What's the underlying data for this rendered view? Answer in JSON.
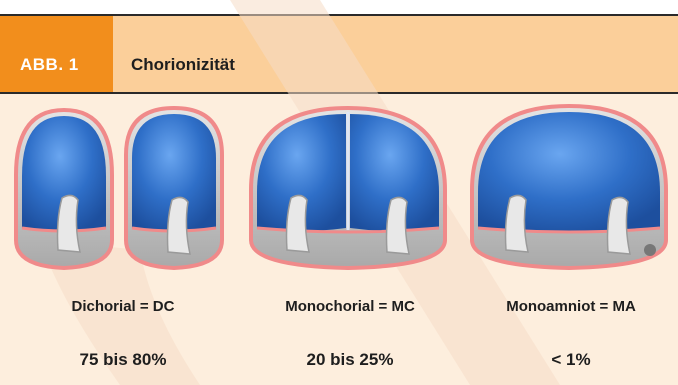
{
  "figure": {
    "tag": "ABB. 1",
    "title": "Chorionizität"
  },
  "columns": [
    {
      "label": "Dichorial = DC",
      "percentage": "75 bis 80%"
    },
    {
      "label": "Monochorial = MC",
      "percentage": "20 bis 25%"
    },
    {
      "label": "Monoamniot = MA",
      "percentage": "< 1%"
    }
  ],
  "colors": {
    "background": "#fdeedd",
    "header_band": "#fbcf9a",
    "tag_band": "#f28e1c",
    "chorion_outline": "#f08a8a",
    "amnion_fill": "#2f6fc8",
    "placenta": "#c9c9c9"
  }
}
